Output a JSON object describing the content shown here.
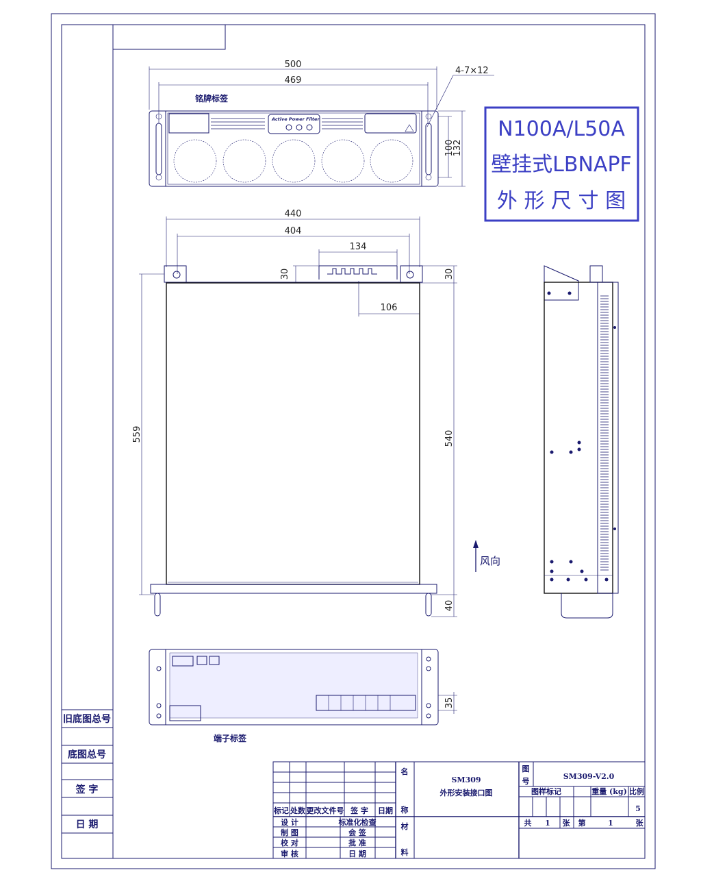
{
  "title_box": {
    "line1": "N100A/L50A",
    "line2": "壁挂式LBNAPF",
    "line3": "外 形 尺 寸 图",
    "accent_color": "#3b3fc4"
  },
  "front_view": {
    "dim_overall_width": "500",
    "dim_mount_width": "469",
    "dim_holes": "4-7×12",
    "dim_mount_height": "100",
    "dim_overall_height": "132",
    "nameplate_label": "铭牌标签",
    "panel_brand": "Active Power Filter"
  },
  "top_view": {
    "dim_width": "440",
    "dim_inner_width": "404",
    "dim_terminal_width": "134",
    "dim_offset": "106",
    "dim_total_depth": "559",
    "dim_body_depth": "540",
    "dim_flange_left": "30",
    "dim_flange_right": "30",
    "dim_bottom": "40",
    "airflow_label": "风向"
  },
  "rear_view": {
    "dim_terminal_height": "35",
    "terminal_label": "端子标签"
  },
  "left_strip": [
    "旧底图总号",
    "底图总号",
    "签 字",
    "日 期"
  ],
  "title_block": {
    "rev_headers": [
      "标记",
      "处数",
      "更改文件号",
      "签 字",
      "日期"
    ],
    "roles_left": [
      "设 计",
      "制 图",
      "校 对",
      "审 核"
    ],
    "roles_right": [
      "标准化检查",
      "会 签",
      "批 准",
      "日 期"
    ],
    "name_label_top": "名",
    "name_label_bottom": "称",
    "material_label_top": "材",
    "material_label_bottom": "料",
    "drawing_name_1": "SM309",
    "drawing_name_2": "外形安装接口图",
    "drawing_no_label_1": "图",
    "drawing_no_label_2": "号",
    "drawing_no": "SM309-V2.0",
    "sample_mark": "图样标记",
    "weight": "重量 (kg)",
    "scale_label": "比例",
    "scale_value": "5",
    "sheets": [
      "共",
      "1",
      "张",
      "第",
      "1",
      "张"
    ]
  }
}
